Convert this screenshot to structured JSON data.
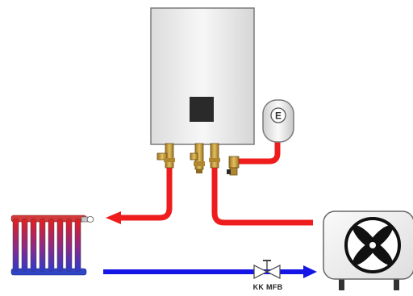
{
  "labels": {
    "expansion_vessel": "E",
    "valve": "KK MFB"
  },
  "colors": {
    "hot_pipe": "#ee1c1c",
    "cold_pipe": "#1515e6",
    "unit_border": "#7a7a7a",
    "unit_fill": "#f0f0f0",
    "panel_fill": "#2a2a2a",
    "brass": "#c79a3a"
  },
  "icons": [
    "boiler",
    "expansion-vessel",
    "radiator",
    "heat-pump-fan",
    "ball-valve"
  ]
}
